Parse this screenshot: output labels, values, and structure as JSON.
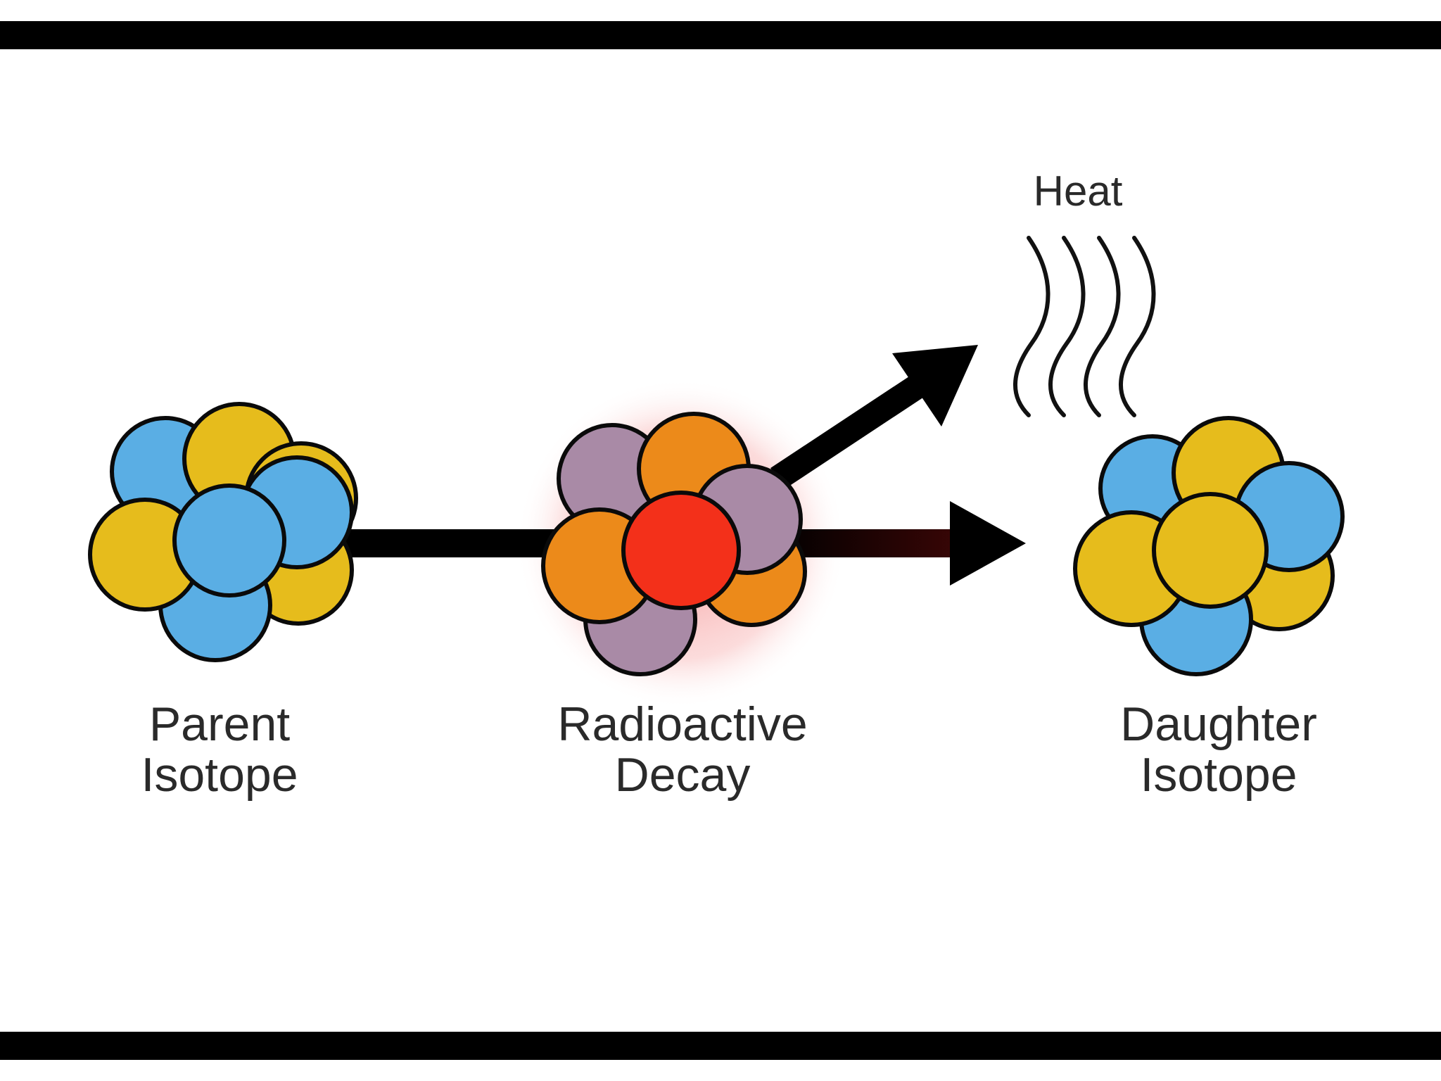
{
  "colors": {
    "blue": "#5aaee4",
    "yellow": "#e6bc1c",
    "purple": "#a98aa6",
    "orange": "#ec8a1a",
    "red": "#f3301a",
    "glow": "#f4a7a7",
    "outline": "#0a0a0a",
    "arrow": "#000000",
    "band": "#000000"
  },
  "labels": {
    "heat": "Heat",
    "parent_line1": "Parent",
    "parent_line2": "Isotope",
    "decay_line1": "Radioactive",
    "decay_line2": "Decay",
    "daughter_line1": "Daughter",
    "daughter_line2": "Isotope"
  },
  "icons": {
    "parent": "parent-nucleus-icon",
    "decaying": "decaying-nucleus-icon",
    "daughter": "daughter-nucleus-icon",
    "heat": "heat-waves-icon"
  }
}
